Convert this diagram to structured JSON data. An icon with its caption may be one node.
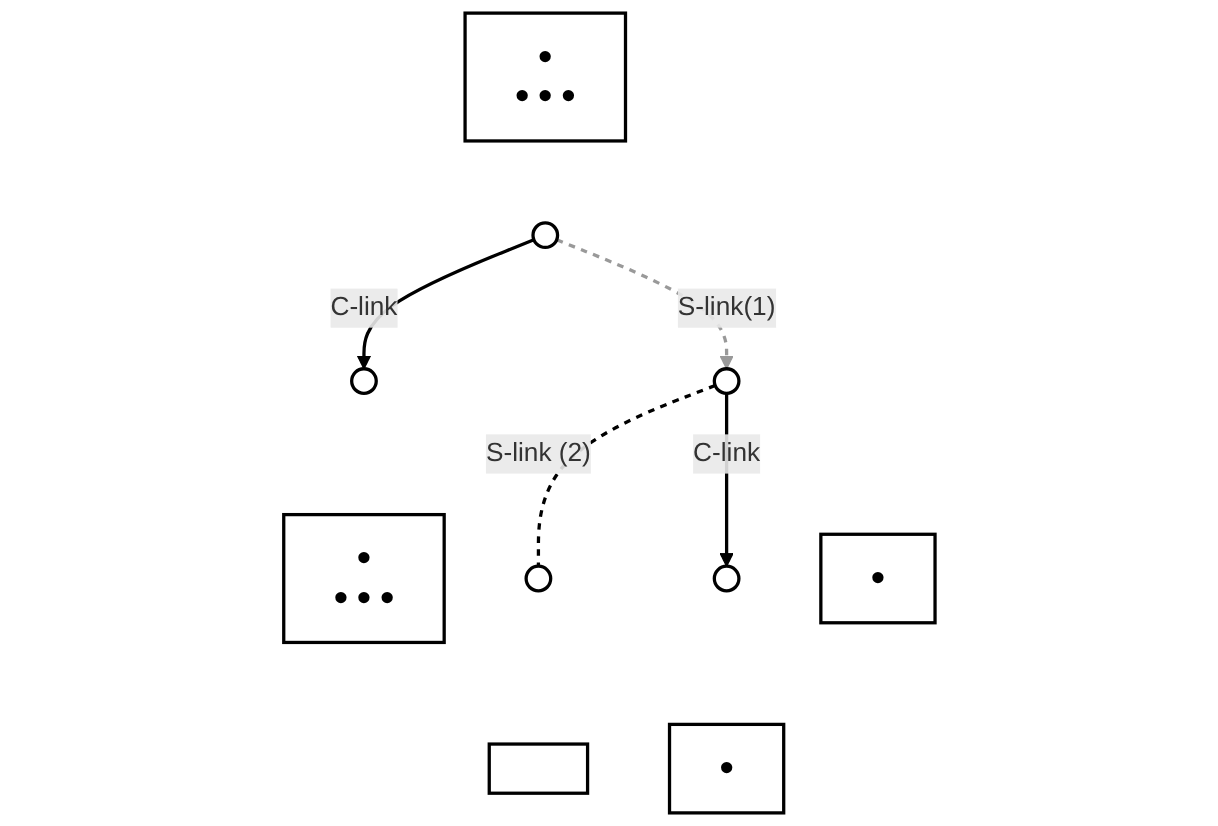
{
  "diagram": {
    "nodes": [
      {
        "text": [
          "●",
          "● ● ●"
        ]
      },
      {
        "text": [],
        "shape": "circle"
      },
      {
        "text": [],
        "shape": "circle"
      },
      {
        "text": [],
        "shape": "circle"
      },
      {
        "text": [
          "●"
        ]
      },
      {
        "text": [
          "●",
          "● ● ●"
        ]
      },
      {
        "text": [],
        "shape": "circle"
      },
      {
        "text": [],
        "shape": "circle"
      },
      {
        "text": [],
        "shape": "box"
      },
      {
        "text": [
          "●"
        ]
      }
    ],
    "edges": [
      {
        "from": 1,
        "to": 2,
        "arrow": "to",
        "label": "C-link"
      },
      {
        "from": 1,
        "to": 3,
        "arrow": "to",
        "label": "S-link(1)",
        "style": "dashed",
        "color": "#999999"
      },
      {
        "from": 3,
        "to": 6,
        "arrow": "none",
        "label": "S-link  (2)",
        "style": "dashed"
      },
      {
        "from": 3,
        "to": 7,
        "arrow": "to",
        "label": "C-link"
      }
    ]
  }
}
